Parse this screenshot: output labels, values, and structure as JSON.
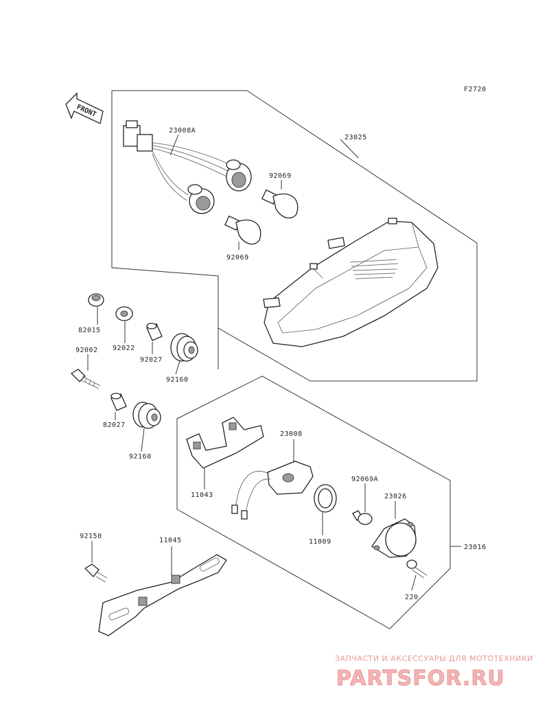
{
  "figure_code": "F2720",
  "front_label": "FRONT",
  "parts": {
    "p23008A": "23008A",
    "p23025": "23025",
    "p92069_top": "92069",
    "p92069_bottom": "92069",
    "p82015": "82015",
    "p92022": "92022",
    "p92027": "92027",
    "p92002": "92002",
    "p92160_top": "92160",
    "p82027": "82027",
    "p92160_bottom": "92160",
    "p23008": "23008",
    "p11043": "11043",
    "p92069A": "92069A",
    "p23026": "23026",
    "p11009": "11009",
    "p23016": "23016",
    "p92150": "92150",
    "p11045": "11045",
    "p220": "220"
  },
  "watermark": {
    "caption": "ЗАПЧАСТИ И АКСЕССУАРЫ ДЛЯ МОТОТЕХНИКИ",
    "brand": "PARTSFOR.RU"
  },
  "colors": {
    "line": "#333333",
    "watermark": "#e48888"
  }
}
